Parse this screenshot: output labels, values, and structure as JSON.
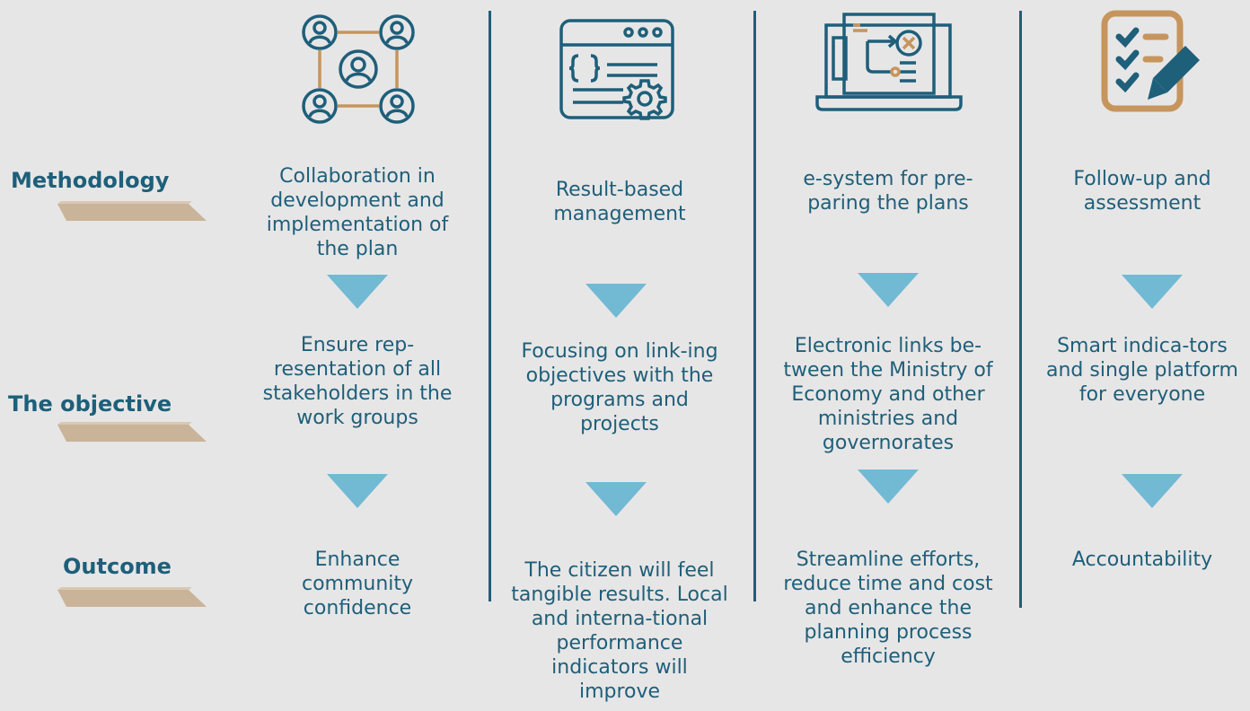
{
  "rows": {
    "methodology": "Methodology",
    "objective": "The objective",
    "outcome": "Outcome"
  },
  "columns": [
    {
      "icon": "collaboration-network-icon",
      "methodology": "Collaboration in development and implementation of the plan",
      "objective": "Ensure rep-resentation of all stakeholders in the work groups",
      "outcome": "Enhance community confidence"
    },
    {
      "icon": "code-window-gear-icon",
      "methodology": "Result-based management",
      "objective": "Focusing on link-ing objectives with the programs and projects",
      "outcome": "The citizen will feel tangible results. Local and interna-tional performance indicators will improve"
    },
    {
      "icon": "laptop-workflow-icon",
      "methodology": "e-system for pre-paring the plans",
      "objective": "Electronic links be-tween the Ministry of Economy and other ministries and governorates",
      "outcome": "Streamline efforts, reduce time and cost and enhance the planning process efficiency"
    },
    {
      "icon": "checklist-pencil-icon",
      "methodology": "Follow-up and assessment",
      "objective": "Smart indica-tors and single platform for everyone",
      "outcome": "Accountability"
    }
  ],
  "colors": {
    "text": "#1e5f7a",
    "arrow": "#c9b49a",
    "triangle": "#72b9d4",
    "background": "#e7e6e6",
    "icon_accent": "#c6955d"
  }
}
